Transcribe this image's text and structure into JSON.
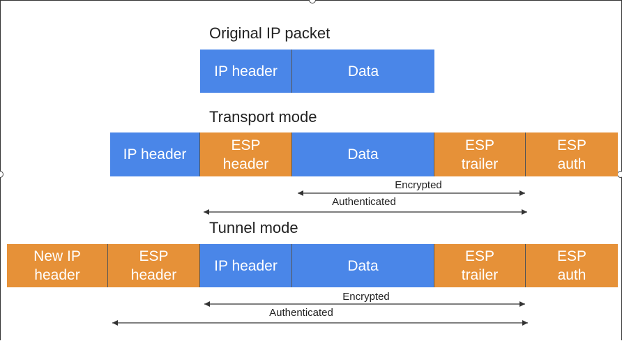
{
  "titles": {
    "original": "Original IP packet",
    "transport": "Transport mode",
    "tunnel": "Tunnel mode"
  },
  "original": [
    {
      "label": "IP header",
      "color": "#4a86e8"
    },
    {
      "label": "Data",
      "color": "#4a86e8"
    }
  ],
  "transport": [
    {
      "label": "IP header",
      "color": "#4a86e8"
    },
    {
      "label": "ESP\nheader",
      "color": "#e69138"
    },
    {
      "label": "Data",
      "color": "#4a86e8"
    },
    {
      "label": "ESP\ntrailer",
      "color": "#e69138"
    },
    {
      "label": "ESP\nauth",
      "color": "#e69138"
    }
  ],
  "transport_ranges": {
    "encrypted": "Encrypted",
    "authenticated": "Authenticated"
  },
  "tunnel": [
    {
      "label": "New IP\nheader",
      "color": "#e69138"
    },
    {
      "label": "ESP\nheader",
      "color": "#e69138"
    },
    {
      "label": "IP header",
      "color": "#4a86e8"
    },
    {
      "label": "Data",
      "color": "#4a86e8"
    },
    {
      "label": "ESP\ntrailer",
      "color": "#e69138"
    },
    {
      "label": "ESP\nauth",
      "color": "#e69138"
    }
  ],
  "tunnel_ranges": {
    "encrypted": "Encrypted",
    "authenticated": "Authenticated"
  }
}
